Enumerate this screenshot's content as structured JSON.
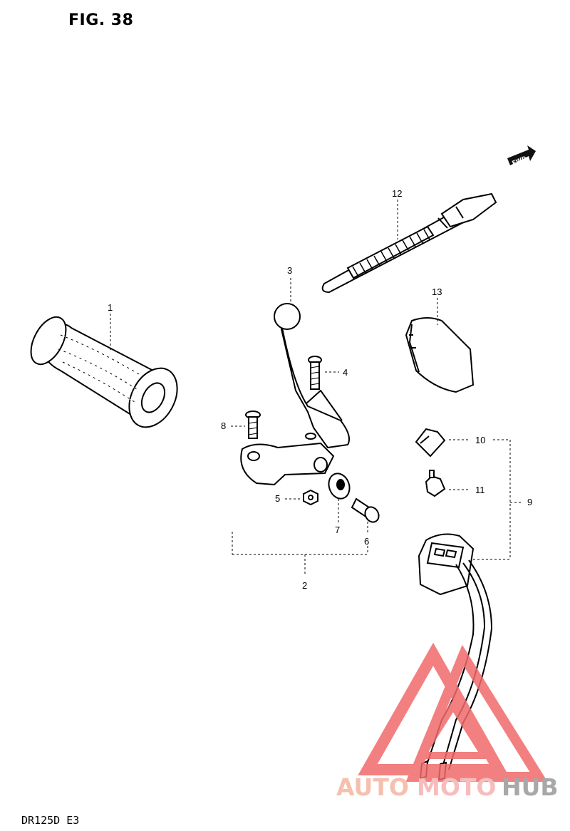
{
  "figure": {
    "title": "FIG. 38",
    "model_code": "DR125D E3",
    "fwd_label": "FWD"
  },
  "callouts": [
    {
      "id": "c1",
      "text": "1"
    },
    {
      "id": "c2",
      "text": "2"
    },
    {
      "id": "c3",
      "text": "3"
    },
    {
      "id": "c4",
      "text": "4"
    },
    {
      "id": "c5",
      "text": "5"
    },
    {
      "id": "c6",
      "text": "6"
    },
    {
      "id": "c7",
      "text": "7"
    },
    {
      "id": "c8",
      "text": "8"
    },
    {
      "id": "c9",
      "text": "9"
    },
    {
      "id": "c10",
      "text": "10"
    },
    {
      "id": "c11",
      "text": "11"
    },
    {
      "id": "c12",
      "text": "12"
    },
    {
      "id": "c13",
      "text": "13"
    }
  ],
  "watermark": {
    "part1": "AUTO",
    "part2": "MOTO",
    "part3": "HUB",
    "color_auto": "#f4b6a0",
    "color_moto": "#f6b1b1",
    "color_hub": "#9a9a9a",
    "color_triangle": "#f06a6a"
  }
}
